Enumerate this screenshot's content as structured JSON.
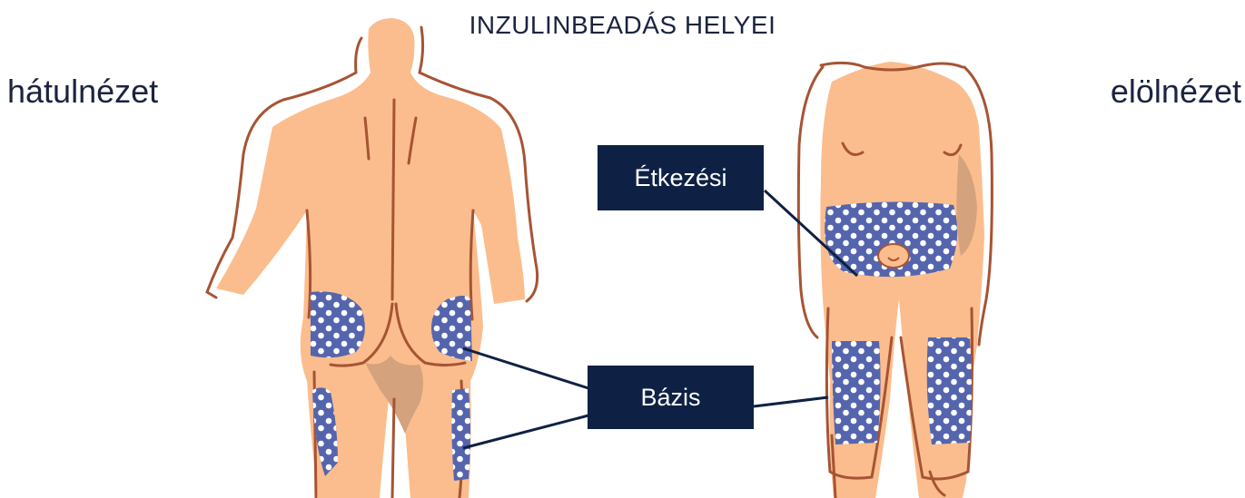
{
  "title": "INZULINBEADÁS HELYEI",
  "views": {
    "back": "hátulnézet",
    "front": "elölnézet"
  },
  "labels": {
    "meal": "Étkezési",
    "base": "Bázis"
  },
  "colors": {
    "skin": "#fbbd8d",
    "skin_shadow": "#d4a27c",
    "outline": "#a65434",
    "injection_zone": "#5565ad",
    "zone_dots": "#ffffff",
    "label_bg": "#0e2144",
    "text": "#1b2340"
  }
}
